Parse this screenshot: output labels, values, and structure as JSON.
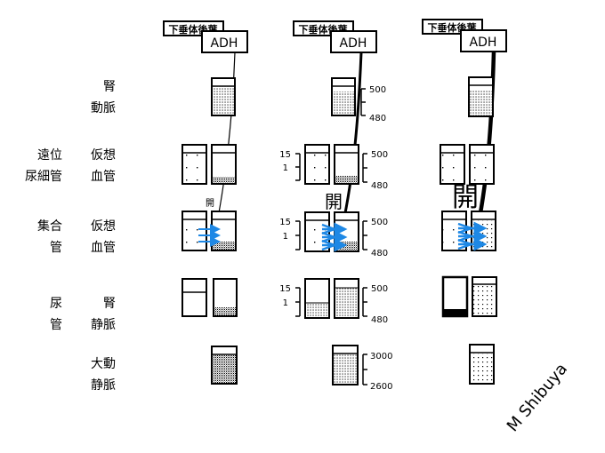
{
  "row_labels": {
    "kidney_artery": [
      "腎",
      "動脈"
    ],
    "distal_tubule": [
      "遠位",
      "尿細管"
    ],
    "vasa_recta_1": [
      "仮想",
      "血管"
    ],
    "collecting_duct": [
      "集合",
      "管"
    ],
    "vasa_recta_2": [
      "仮想",
      "血管"
    ],
    "urine": [
      "尿",
      "管"
    ],
    "renal_vein": [
      "腎",
      "静脈"
    ],
    "aorta_vein": [
      "大動",
      "静脈"
    ]
  },
  "panels": [
    {
      "pituitary": "下垂体後葉",
      "hormone": "ADH",
      "open_label": "開"
    },
    {
      "pituitary": "下垂体後葉",
      "hormone": "ADH",
      "open_label": "開"
    },
    {
      "pituitary": "下垂体後葉",
      "hormone": "ADH",
      "open_label": "開"
    }
  ],
  "scales": {
    "kidney_artery": [
      "500",
      "480"
    ],
    "distal_tubule_left": [
      "15",
      "1"
    ],
    "distal_tubule_right": [
      "500",
      "480"
    ],
    "collecting_left": [
      "15",
      "1"
    ],
    "collecting_right": [
      "500",
      "480"
    ],
    "urine_left": [
      "15",
      "1"
    ],
    "urine_right": [
      "500",
      "480"
    ],
    "systemic": [
      "3000",
      "2600"
    ]
  },
  "credit": "M Shibuya",
  "colors": {
    "water_arrow": "#1e88e5",
    "ink": "#000000"
  }
}
